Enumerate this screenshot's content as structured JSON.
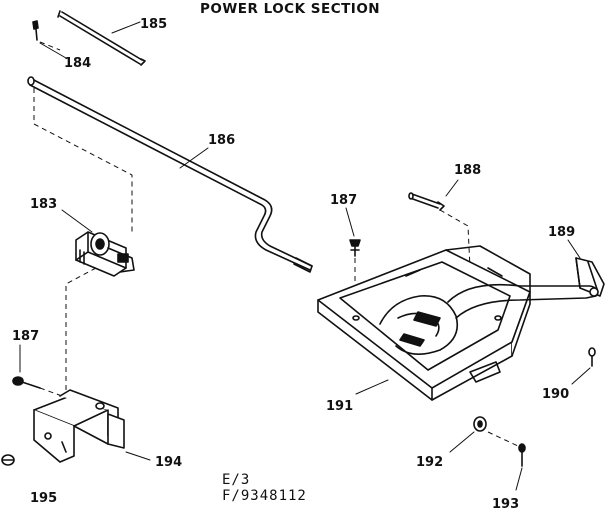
{
  "title": "POWER LOCK SECTION",
  "labels": {
    "p183": "183",
    "p184": "184",
    "p185": "185",
    "p186": "186",
    "p187a": "187",
    "p187b": "187",
    "p188": "188",
    "p189": "189",
    "p190": "190",
    "p191": "191",
    "p192": "192",
    "p193": "193",
    "p194": "194",
    "p195": "195"
  },
  "footer": {
    "line1": "E/3",
    "line2": "F/9348112"
  }
}
